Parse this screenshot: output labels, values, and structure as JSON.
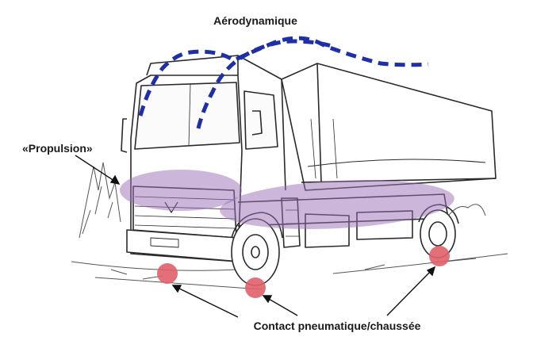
{
  "labels": {
    "aero": "Aérodynamique",
    "propulsion": "«Propulsion»",
    "contact": "Contact pneumatique/chaussée"
  },
  "colors": {
    "aero_dash": "#1f2fa8",
    "propulsion_zone": "#9a6fb8",
    "contact_point": "#e0606a",
    "line_art": "#2a2a2a"
  }
}
